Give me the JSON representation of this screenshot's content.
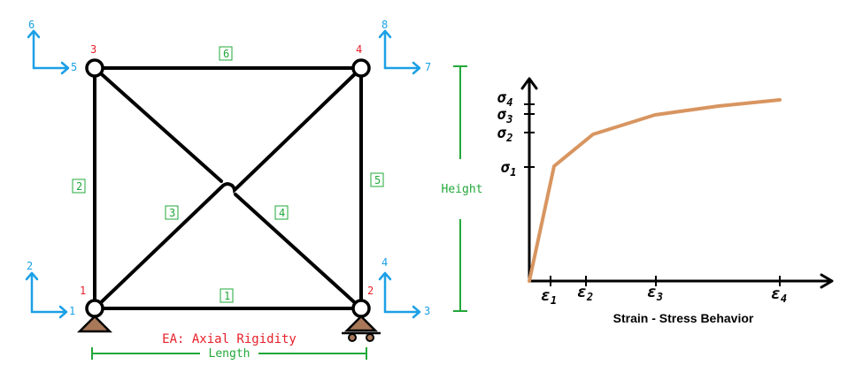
{
  "truss": {
    "nodes": [
      {
        "id": "1",
        "label": "1"
      },
      {
        "id": "2",
        "label": "2"
      },
      {
        "id": "3",
        "label": "3"
      },
      {
        "id": "4",
        "label": "4"
      }
    ],
    "elements": [
      {
        "id": "1",
        "label": "1"
      },
      {
        "id": "2",
        "label": "2"
      },
      {
        "id": "3",
        "label": "3"
      },
      {
        "id": "4",
        "label": "4"
      },
      {
        "id": "5",
        "label": "5"
      },
      {
        "id": "6",
        "label": "6"
      }
    ],
    "dofs": [
      "1",
      "2",
      "3",
      "4",
      "5",
      "6",
      "7",
      "8"
    ],
    "height_label": "Height",
    "length_label": "Length",
    "rigidity_label": "EA: Axial Rigidity",
    "colors": {
      "member": "#000000",
      "node_label": "#e8202a",
      "element_label": "#22a83a",
      "dof": "#1ca0e6",
      "support": "#a87858",
      "dimension": "#22a83a"
    }
  },
  "stress_strain": {
    "caption": "Strain - Stress Behavior",
    "strain_labels": [
      "ε",
      "ε",
      "ε",
      "ε"
    ],
    "strain_subscripts": [
      "1",
      "2",
      "3",
      "4"
    ],
    "stress_labels": [
      "σ",
      "σ",
      "σ",
      "σ"
    ],
    "stress_subscripts": [
      "1",
      "2",
      "3",
      "4"
    ],
    "curve_color": "#d89560"
  }
}
